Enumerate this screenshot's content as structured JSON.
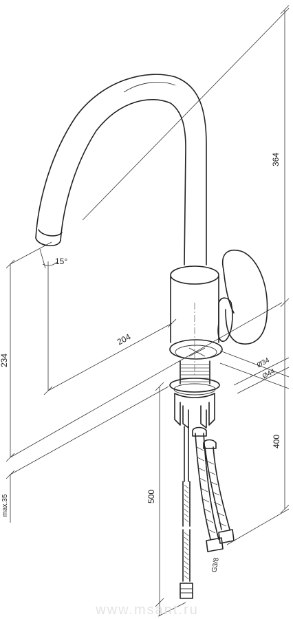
{
  "dimensions": {
    "overall_height": "364",
    "spout_height": "234",
    "reach": "204",
    "angle": "15°",
    "diameter_top": "Ø34",
    "diameter_base": "Ø44",
    "hose_short": "400",
    "hose_long": "500",
    "max_thickness": "max.35",
    "thread": "G3/8"
  },
  "watermark": "www.msant.ru",
  "colors": {
    "line": "#222222",
    "background": "#ffffff"
  }
}
